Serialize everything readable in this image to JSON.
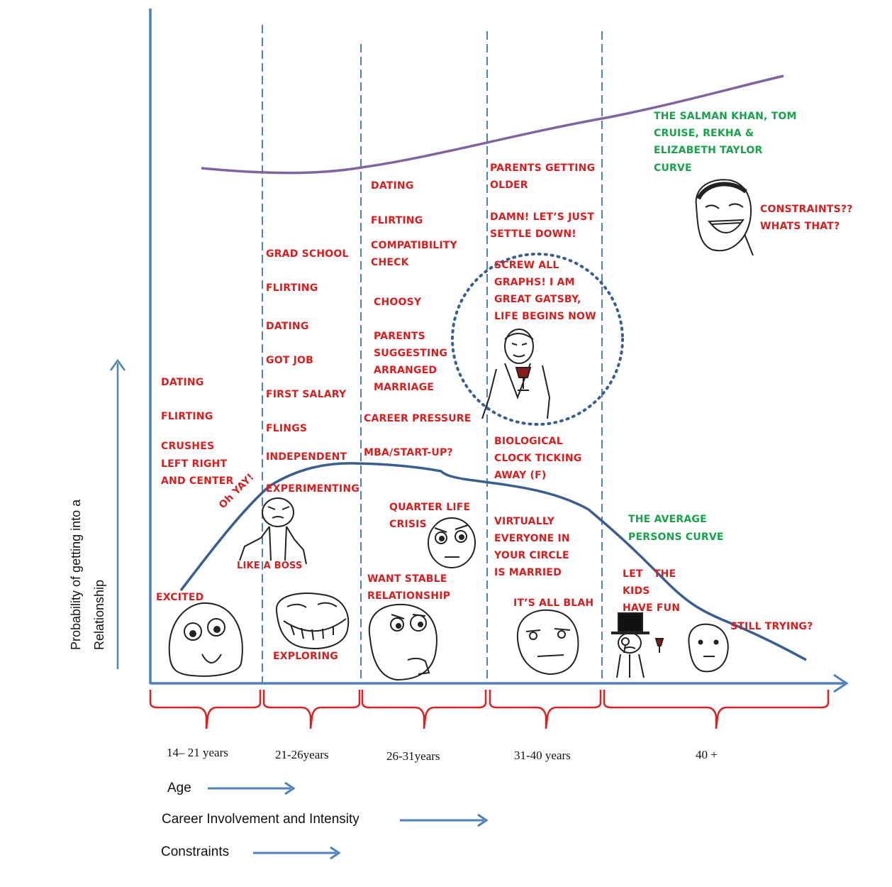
{
  "y_axis_label": [
    "Probability of getting into a",
    "Relationship"
  ],
  "age_groups": [
    "14– 21 years",
    "21-26years",
    "26-31years",
    "31-40 years",
    "40 +"
  ],
  "legend": {
    "age": "Age",
    "career": "Career Involvement and Intensity",
    "constraints": "Constraints"
  },
  "stage1": {
    "lines": [
      "DATING",
      "FLIRTING",
      "CRUSHES",
      "LEFT RIGHT",
      "AND CENTER"
    ],
    "excited": "EXCITED",
    "oh_yay": "Oh YAY!"
  },
  "stage2": {
    "lines": [
      "GRAD SCHOOL",
      "FLIRTING",
      "DATING",
      "GOT JOB",
      "FIRST SALARY",
      "FLINGS",
      "INDEPENDENT",
      "EXPERIMENTING"
    ],
    "like_a_boss": "LIKE A BOSS",
    "exploring": "EXPLORING"
  },
  "stage3": {
    "lines": [
      "DATING",
      "FLIRTING",
      "COMPATIBILITY",
      "CHECK",
      "CHOOSY",
      "PARENTS",
      "SUGGESTING",
      "ARRANGED",
      "MARRIAGE",
      "CAREER PRESSURE",
      "MBA/START-UP?"
    ],
    "quarter_life": [
      "QUARTER LIFE",
      "CRISIS"
    ],
    "want_stable": [
      "WANT STABLE",
      "RELATIONSHIP"
    ]
  },
  "stage4": {
    "lines": [
      "PARENTS GETTING",
      "OLDER",
      "DAMN! LET’S JUST",
      "SETTLE DOWN!"
    ],
    "gatsby": [
      "SCREW ALL",
      "GRAPHS! I AM",
      "GREAT GATSBY,",
      "LIFE BEGINS NOW"
    ],
    "biological": [
      "BIOLOGICAL",
      "CLOCK TICKING",
      "AWAY (F)"
    ],
    "virtually": [
      "VIRTUALLY",
      "EVERYONE IN",
      "YOUR CIRCLE",
      "IS MARRIED"
    ],
    "blah": "IT’S ALL BLAH"
  },
  "stage5": {
    "salman": [
      "THE SALMAN KHAN, TOM",
      "CRUISE, REKHA &",
      "ELIZABETH TAYLOR",
      "CURVE"
    ],
    "constraints_q": [
      "CONSTRAINTS??",
      "WHATS THAT?"
    ],
    "average": [
      "THE AVERAGE",
      "PERSONS CURVE"
    ],
    "kids": [
      "LET   THE",
      "KIDS",
      "HAVE FUN"
    ],
    "still": "STILL TRYING?"
  },
  "colors": {
    "axis": "#4f81bd",
    "average_curve": "#3a5f8f",
    "celebrity_curve": "#8064a2",
    "brace": "#e02020",
    "red_text": "#d81e1e",
    "green_text": "#16a34a"
  },
  "icons": [
    "excited-face-icon",
    "fffuu-face-icon",
    "troll-face-icon",
    "thinking-face-icon",
    "skeptical-face-icon",
    "meh-face-icon",
    "gatsby-toast-icon",
    "laughing-face-icon",
    "monocle-gentleman-icon",
    "poker-face-icon"
  ]
}
